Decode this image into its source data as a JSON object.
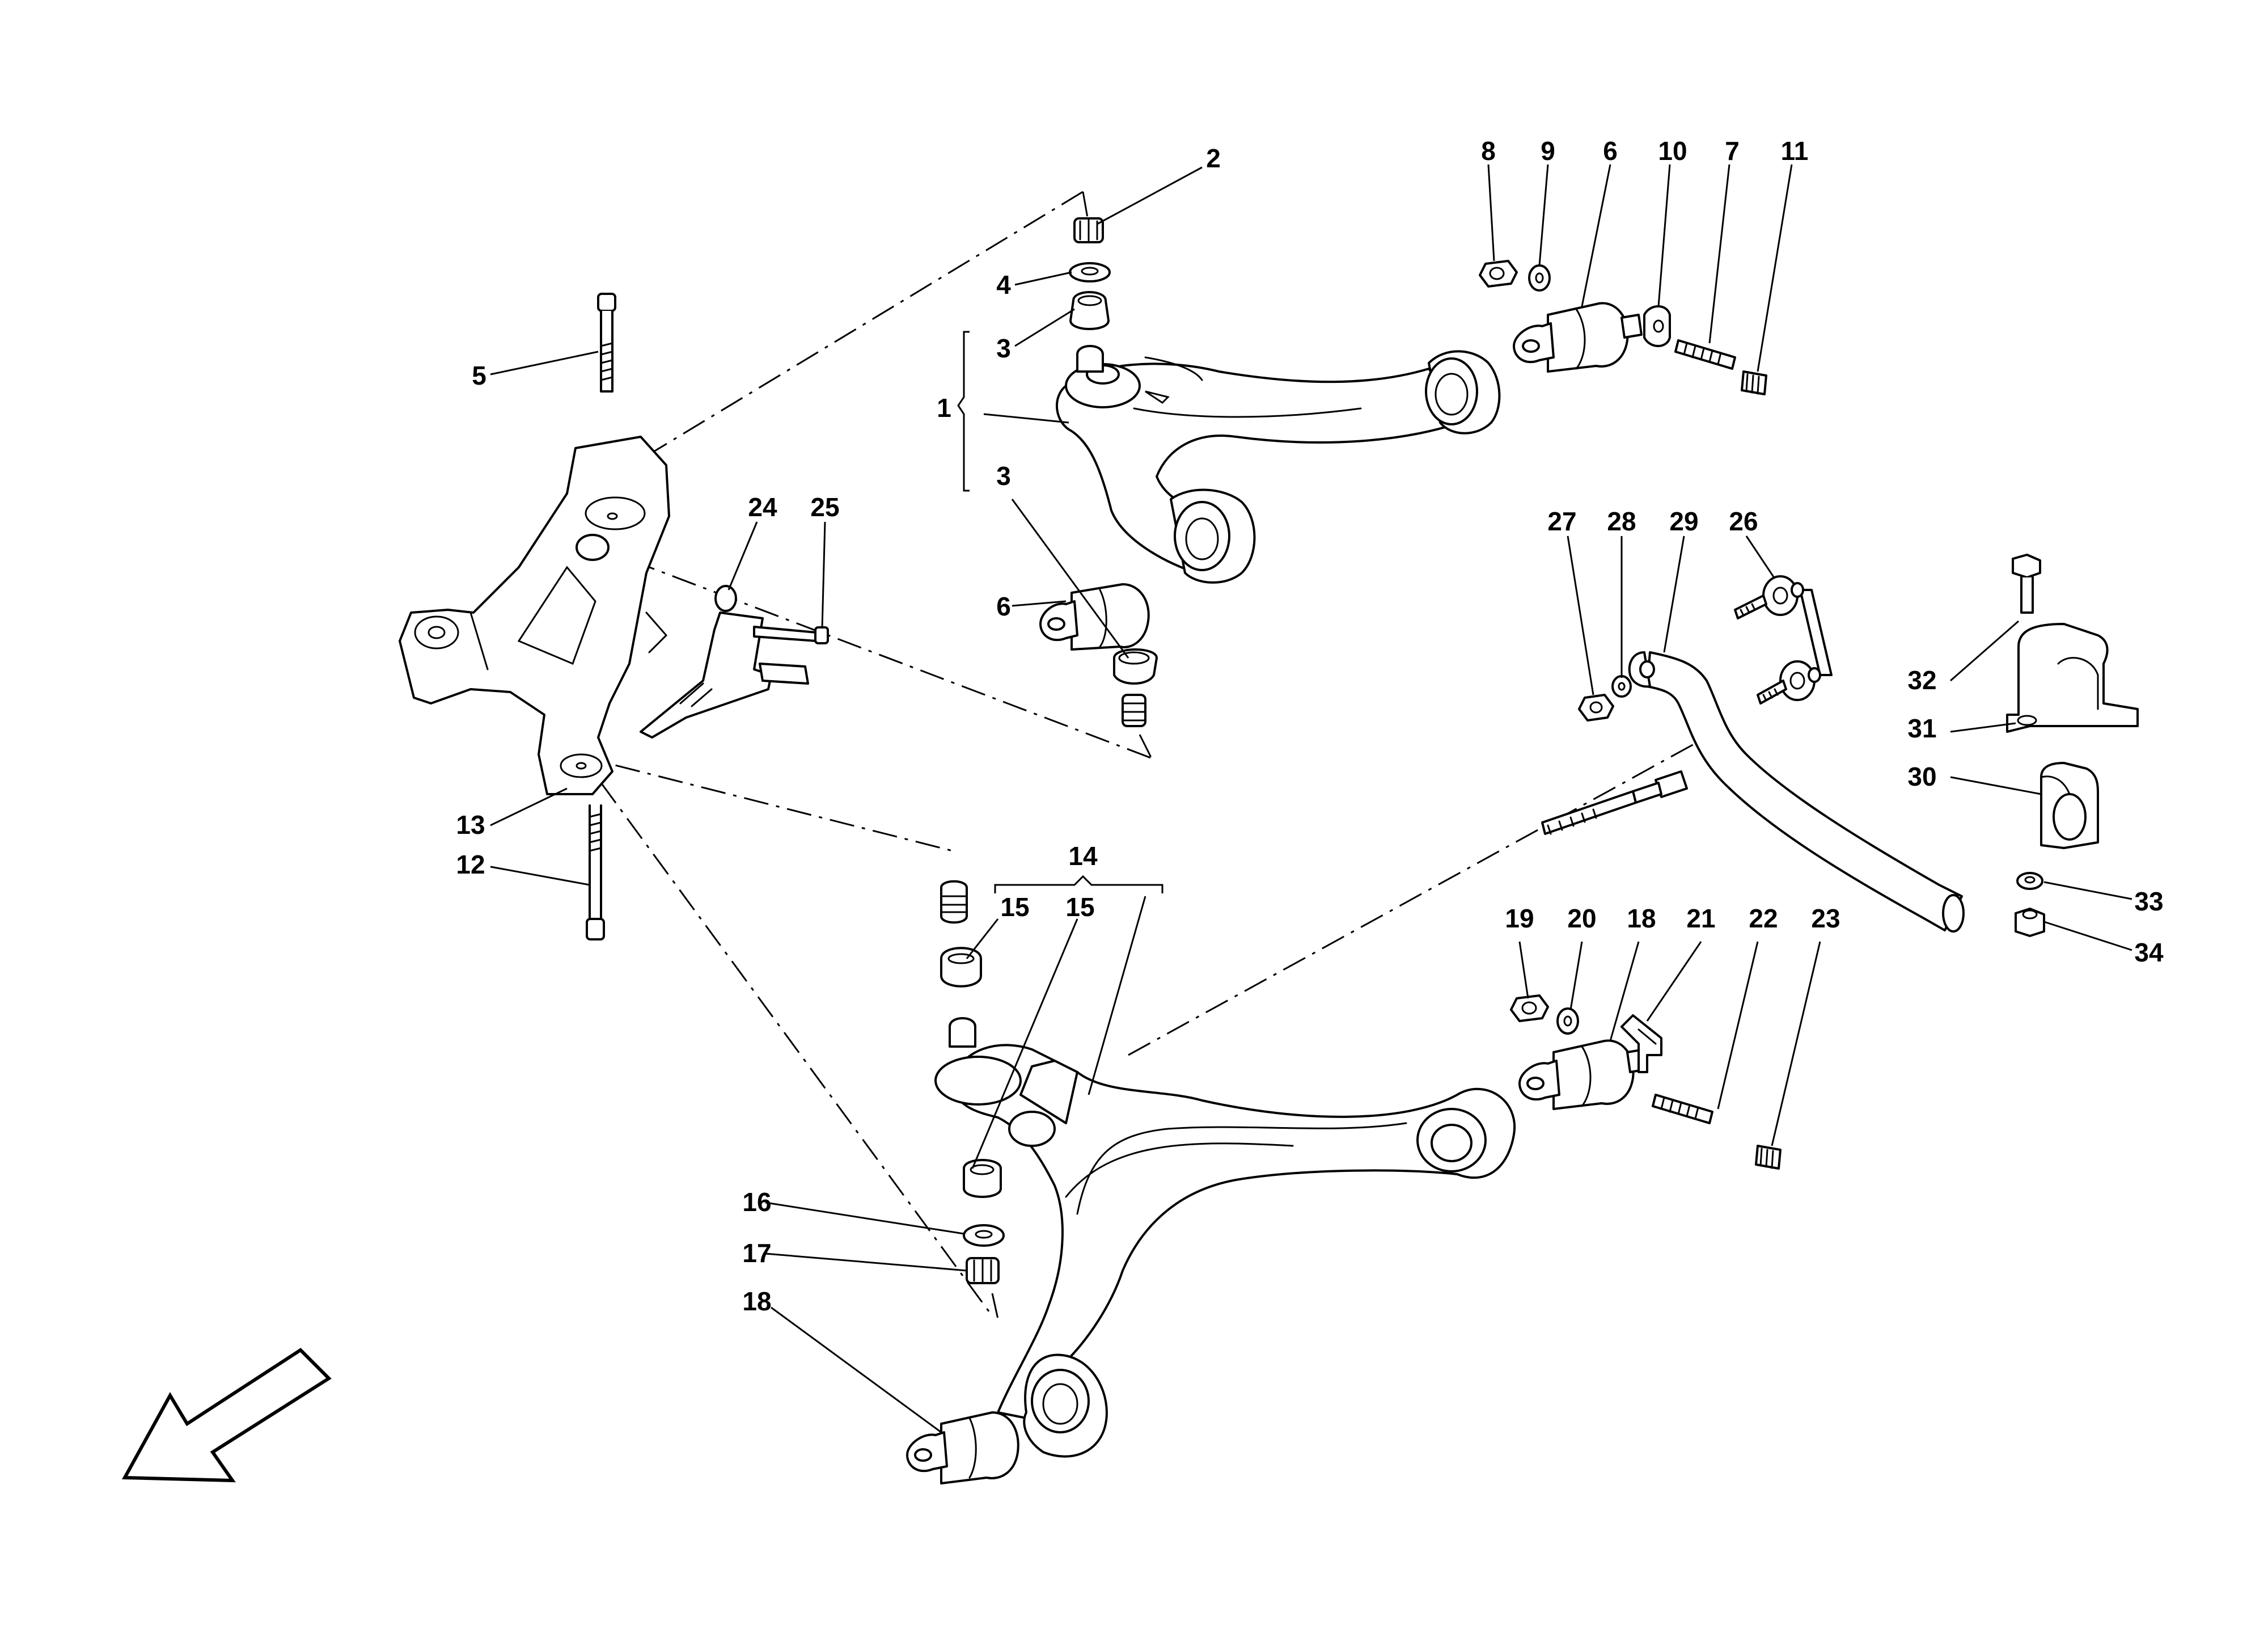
{
  "callouts": {
    "c1": "1",
    "c2": "2",
    "c3a": "3",
    "c3b": "3",
    "c4": "4",
    "c5": "5",
    "c6a": "6",
    "c6b": "6",
    "c7": "7",
    "c8": "8",
    "c9": "9",
    "c10": "10",
    "c11": "11",
    "c12": "12",
    "c13": "13",
    "c14": "14",
    "c15a": "15",
    "c15b": "15",
    "c16": "16",
    "c17": "17",
    "c18a": "18",
    "c18b": "18",
    "c19": "19",
    "c20": "20",
    "c21": "21",
    "c22": "22",
    "c23": "23",
    "c24": "24",
    "c25": "25",
    "c26": "26",
    "c27": "27",
    "c28": "28",
    "c29": "29",
    "c30": "30",
    "c31": "31",
    "c32": "32",
    "c33": "33",
    "c34": "34"
  }
}
